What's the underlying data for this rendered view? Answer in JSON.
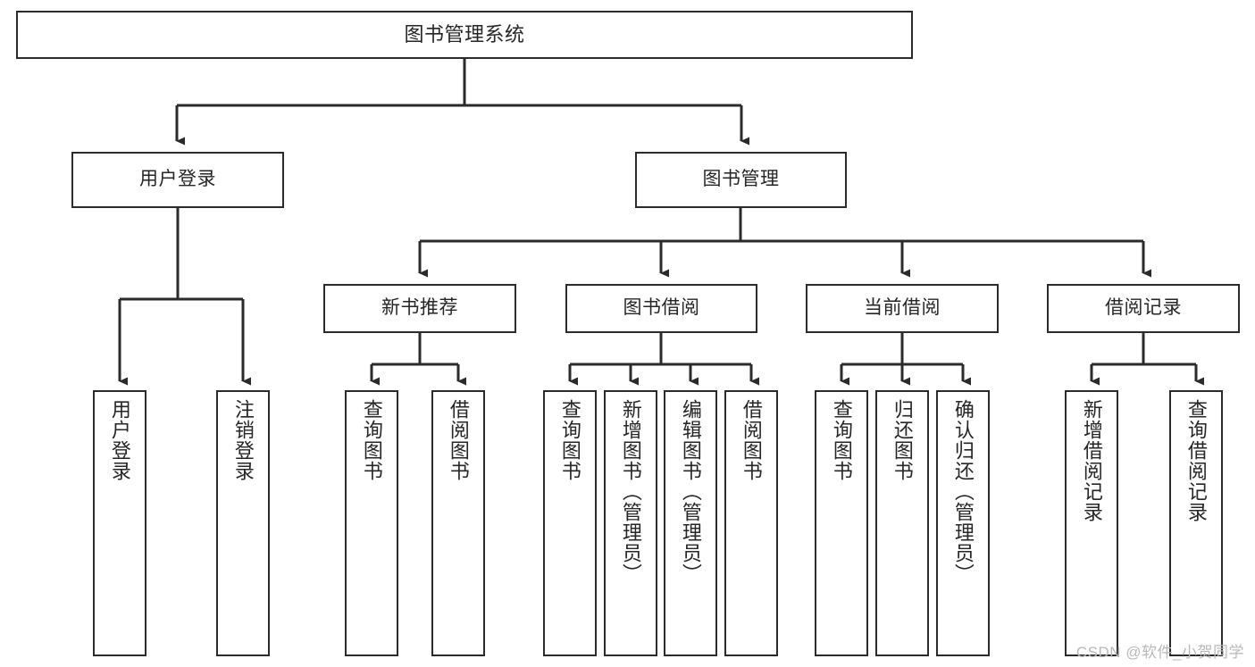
{
  "diagram": {
    "title": "图书管理系统",
    "type": "hierarchy-tree",
    "watermark": "CSDN @软件_小贺同学",
    "colors": {
      "stroke": "#2b2b2b",
      "box_fill": "#ffffff",
      "text": "#262626",
      "background": "#ffffff",
      "watermark": "#b9b9b9"
    },
    "nodes": {
      "root": {
        "label": "图书管理系统"
      },
      "level1": [
        {
          "label": "用户登录"
        },
        {
          "label": "图书管理"
        }
      ],
      "level2": [
        {
          "label": "新书推荐"
        },
        {
          "label": "图书借阅"
        },
        {
          "label": "当前借阅"
        },
        {
          "label": "借阅记录"
        }
      ],
      "leaves": {
        "user_login": [
          {
            "label": "用户登录"
          },
          {
            "label": "注销登录"
          }
        ],
        "new_book": [
          {
            "label": "查询图书"
          },
          {
            "label": "借阅图书"
          }
        ],
        "borrow_book": [
          {
            "label": "查询图书"
          },
          {
            "label": "新增图书（管理员）"
          },
          {
            "label": "编辑图书（管理员）"
          },
          {
            "label": "借阅图书"
          }
        ],
        "current_borrow": [
          {
            "label": "查询图书"
          },
          {
            "label": "归还图书"
          },
          {
            "label": "确认归还（管理员）"
          }
        ],
        "borrow_record": [
          {
            "label": "新增借阅记录"
          },
          {
            "label": "查询借阅记录"
          }
        ]
      }
    }
  }
}
